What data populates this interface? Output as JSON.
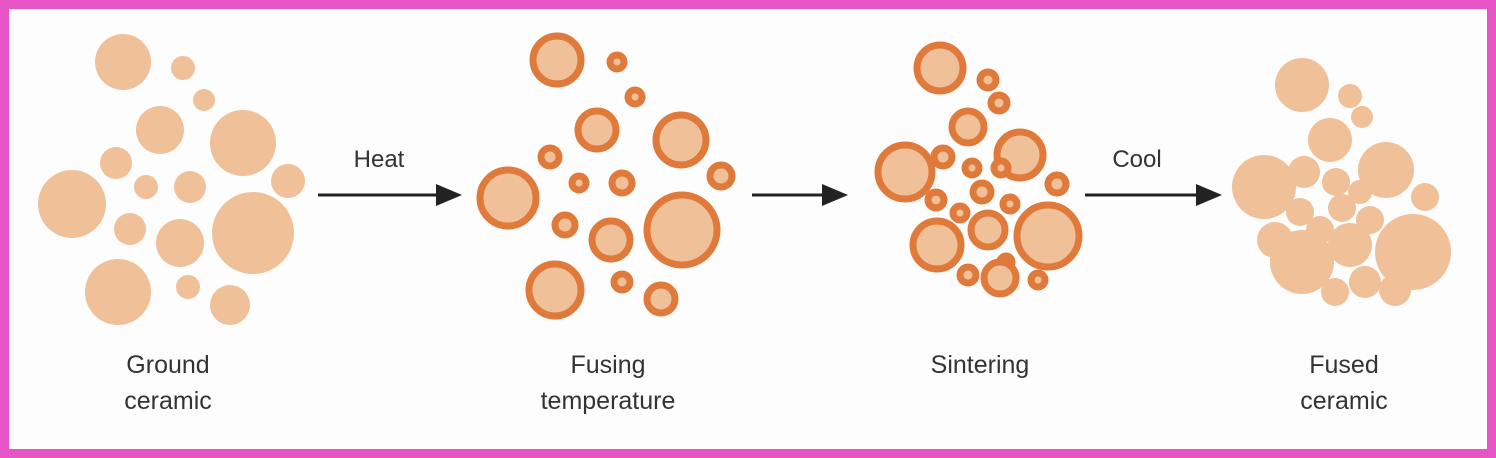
{
  "stages": [
    {
      "id": "ground",
      "line1": "Ground",
      "line2": "ceramic"
    },
    {
      "id": "fusing",
      "line1": "Fusing",
      "line2": "temperature"
    },
    {
      "id": "sintering",
      "line1": "Sintering",
      "line2": ""
    },
    {
      "id": "fused",
      "line1": "Fused",
      "line2": "ceramic"
    }
  ],
  "arrows": [
    {
      "label": "Heat"
    },
    {
      "label": ""
    },
    {
      "label": "Cool"
    }
  ],
  "colors": {
    "particle_fill": "#f0c099",
    "particle_rim": "#e07a3b",
    "frame_border": "#e754c6",
    "arrow": "#222222",
    "text": "#333333"
  }
}
